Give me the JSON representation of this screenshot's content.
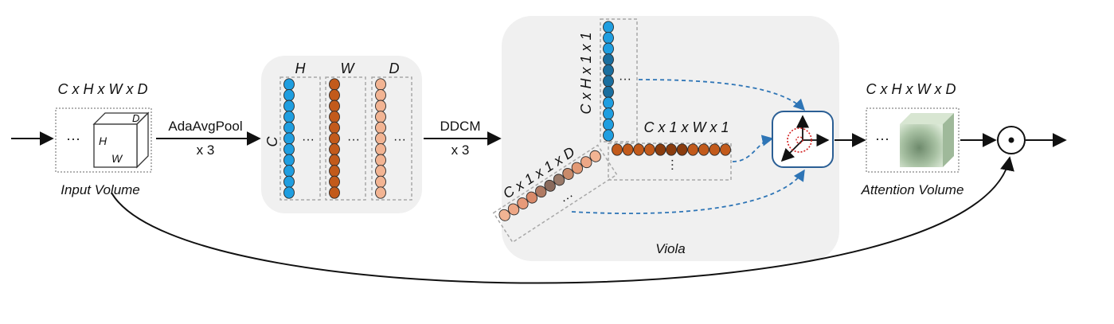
{
  "input_block": {
    "dims": "C x H x W x D",
    "caption": "Input Volume",
    "cube_h": "H",
    "cube_w": "W",
    "cube_d": "D",
    "dots": "···"
  },
  "pool_step": {
    "name": "AdaAvgPool",
    "times": "x 3"
  },
  "pooled_block": {
    "col_h": "H",
    "col_w": "W",
    "col_d": "D",
    "channel": "C",
    "dots": "···"
  },
  "ddcm_step": {
    "name": "DDCM",
    "times": "x 3"
  },
  "viola": {
    "caption": "Viola",
    "branch_h": "C x H x 1 x 1",
    "branch_w": "C x 1 x W x 1",
    "branch_d": "C x 1 x 1 x D",
    "dots": "···"
  },
  "attention_block": {
    "dims": "C x H x W x D",
    "caption": "Attention Volume",
    "dots": "···"
  },
  "colors": {
    "blue": "#1f9ee0",
    "blue_dark": "#1a6e9e",
    "orange": "#c25a1b",
    "orange_dark": "#8a3c0e",
    "peach": "#f2b493",
    "panel": "#f0f0f0",
    "dashed": "#a8a8a8",
    "link": "#2e75b6"
  }
}
